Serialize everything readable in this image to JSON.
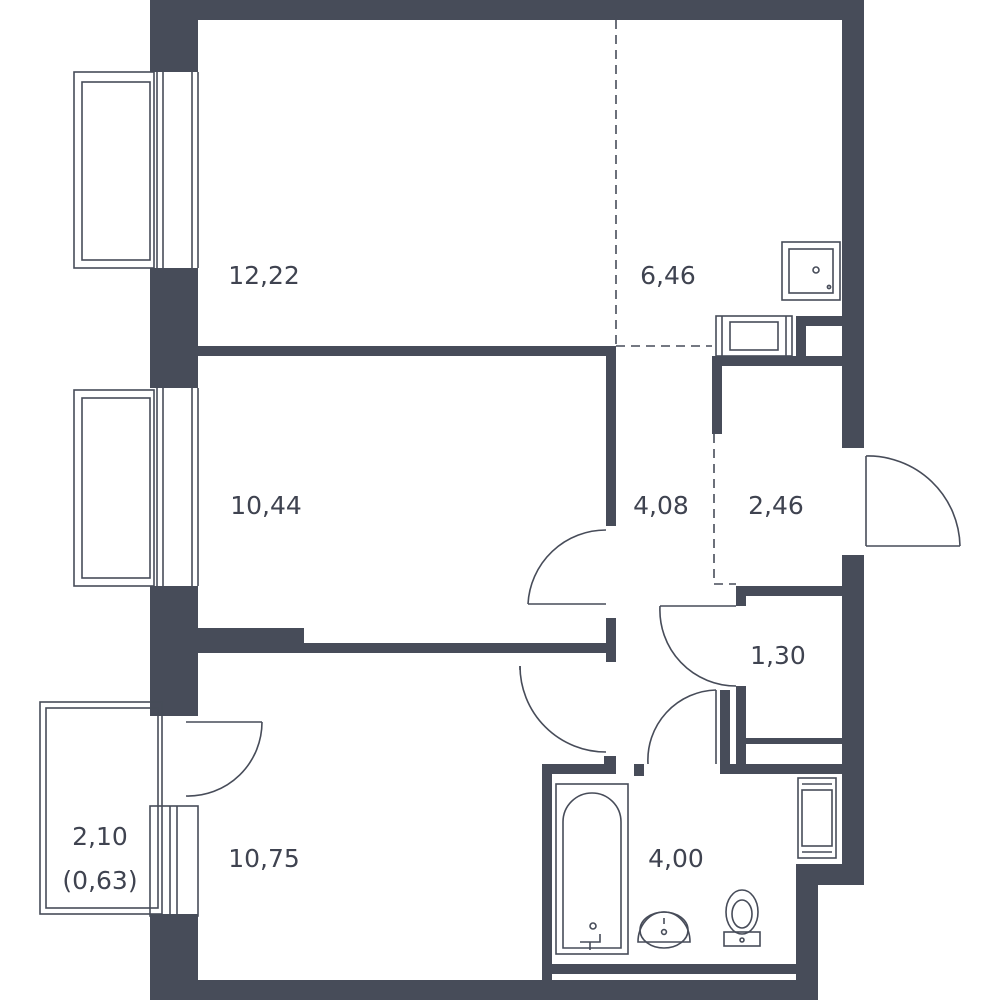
{
  "colors": {
    "wall": "#474c59",
    "line": "#474c59",
    "label": "#3f4350",
    "background": "#ffffff"
  },
  "rooms": {
    "room_1222": "12,22",
    "room_646": "6,46",
    "room_1044": "10,44",
    "room_408": "4,08",
    "room_246": "2,46",
    "room_130": "1,30",
    "room_1075": "10,75",
    "room_400": "4,00",
    "balcony": "2,10",
    "balcony_reduced": "(0,63)"
  },
  "icons": [
    "kitchen-sink-icon",
    "stove-icon",
    "bathtub-icon",
    "washbasin-icon",
    "toilet-icon",
    "washing-machine-icon"
  ]
}
